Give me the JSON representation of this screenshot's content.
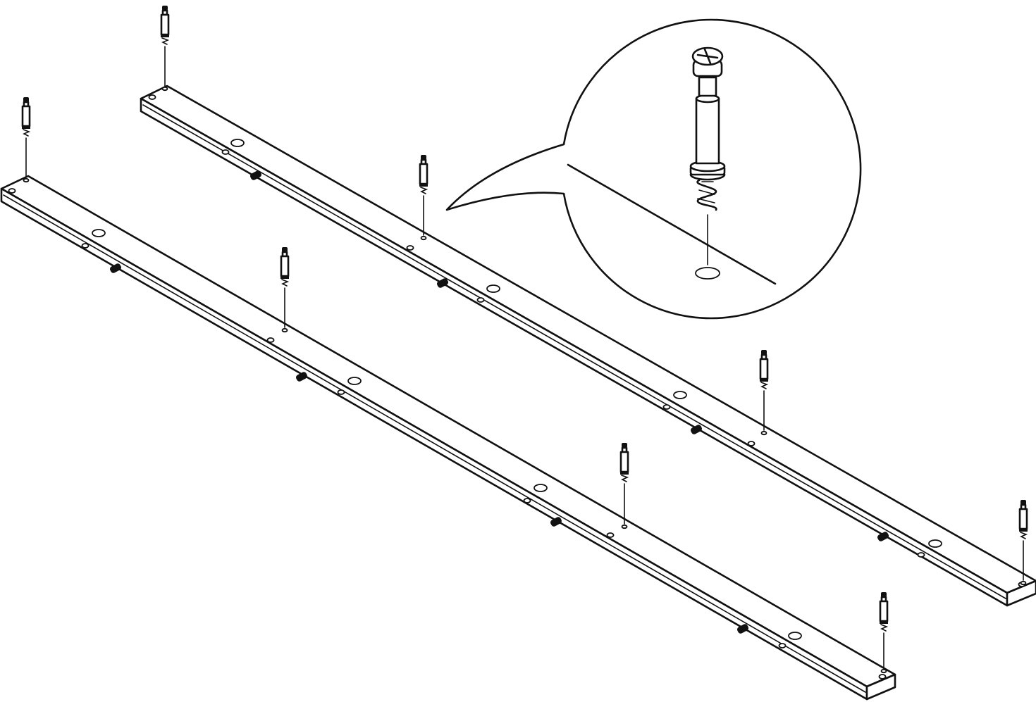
{
  "diagram": {
    "kind": "assembly-instruction",
    "stroke_color": "#111111",
    "background_color": "#ffffff",
    "rails": [
      {
        "id": "rail-back",
        "cam_bolts": 4
      },
      {
        "id": "rail-front",
        "cam_bolts": 4
      }
    ],
    "callout": {
      "shape": "magnifier-bubble",
      "detail": "cam-bolt-with-screw-thread"
    },
    "icons": [
      "cam-bolt-icon",
      "dowel-icon",
      "hole-icon",
      "guide-line-icon"
    ]
  }
}
